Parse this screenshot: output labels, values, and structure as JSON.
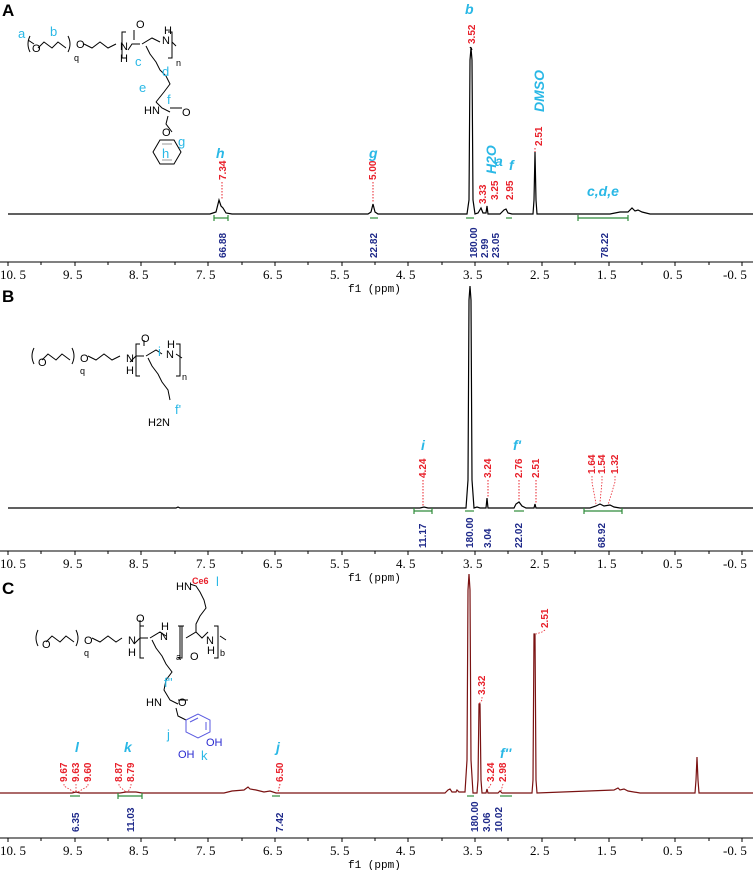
{
  "figure": {
    "panels": [
      {
        "letter": "A",
        "structure_labels": [
          "a",
          "b",
          "c",
          "d",
          "e",
          "f",
          "g",
          "h"
        ],
        "structure_atoms": {
          "o1": "O",
          "o2": "O",
          "nh_amide_n": "N",
          "nh_amide_h": "H",
          "carbonyl_o": "O",
          "nh_h": "H",
          "nh_n": "N",
          "q": "q",
          "n": "n",
          "hn": "HN",
          "carb_o": "O",
          "ester_o": "O"
        },
        "axis": {
          "ticks": [
            "10. 5",
            "9. 5",
            "8. 5",
            "7. 5",
            "6. 5",
            "5. 5",
            "4. 5",
            "3. 5",
            "2. 5",
            "1. 5",
            "0. 5",
            "-0. 5"
          ],
          "title": "f1 (ppm)"
        },
        "assignments": [
          {
            "text": "h",
            "ppm": 7.34
          },
          {
            "text": "g",
            "ppm": 5.0
          },
          {
            "text": "b",
            "ppm": 3.52
          },
          {
            "text": "H2O",
            "ppm": 3.33
          },
          {
            "text": "a",
            "ppm": 3.25
          },
          {
            "text": "f",
            "ppm": 2.95
          },
          {
            "text": "DMSO",
            "ppm": 2.51
          },
          {
            "text": "c,d,e",
            "ppm": 1.45
          }
        ],
        "shifts": [
          "7.34",
          "5.00",
          "3.52",
          "3.33",
          "3.25",
          "2.95",
          "2.51"
        ],
        "integrals": [
          "66.88",
          "22.82",
          "180.00",
          "2.99",
          "23.05",
          "78.22"
        ]
      },
      {
        "letter": "B",
        "structure_labels": [
          "i",
          "f'"
        ],
        "structure_atoms": {
          "o1": "O",
          "o2": "O",
          "nh_amide_n": "N",
          "nh_amide_h": "H",
          "carbonyl_o": "O",
          "nh_h": "H",
          "nh_n": "N",
          "q": "q",
          "n": "n",
          "h2n": "H2N"
        },
        "axis": {
          "ticks": [
            "10. 5",
            "9. 5",
            "8. 5",
            "7. 5",
            "6. 5",
            "5. 5",
            "4. 5",
            "3. 5",
            "2. 5",
            "1. 5",
            "0. 5",
            "-0. 5"
          ],
          "title": "f1 (ppm)"
        },
        "assignments": [
          {
            "text": "i",
            "ppm": 4.24
          },
          {
            "text": "f'",
            "ppm": 2.76
          }
        ],
        "shifts": [
          "4.24",
          "3.24",
          "2.76",
          "2.51",
          "1.64",
          "1.54",
          "1.32"
        ],
        "integrals": [
          "11.17",
          "180.00",
          "3.04",
          "22.02",
          "68.92"
        ]
      },
      {
        "letter": "C",
        "structure_labels": [
          "l",
          "f''",
          "j",
          "k"
        ],
        "structure_atoms": {
          "o1": "O",
          "o2": "O",
          "nh_amide_n": "N",
          "nh_amide_h": "H",
          "carbonyl_o": "O",
          "nh_h": "H",
          "nh_n": "N",
          "q": "q",
          "a": "a",
          "b": "b",
          "carbonyl_o2": "O",
          "nh2_n": "N",
          "nh2_h": "H",
          "hn_ce6": "HN",
          "ce6": "Ce6",
          "hn2": "HN",
          "amide_o": "O",
          "oh1": "OH",
          "oh2": "OH"
        },
        "axis": {
          "ticks": [
            "10. 5",
            "9. 5",
            "8. 5",
            "7. 5",
            "6. 5",
            "5. 5",
            "4. 5",
            "3. 5",
            "2. 5",
            "1. 5",
            "0. 5",
            "-0. 5"
          ],
          "title": "f1 (ppm)"
        },
        "assignments": [
          {
            "text": "l",
            "ppm": 9.63
          },
          {
            "text": "k",
            "ppm": 8.83
          },
          {
            "text": "j",
            "ppm": 6.5
          },
          {
            "text": "f''",
            "ppm": 2.98
          }
        ],
        "shifts": [
          "9.67",
          "9.63",
          "9.60",
          "8.87",
          "8.79",
          "6.50",
          "3.32",
          "3.24",
          "2.98",
          "2.51"
        ],
        "integrals": [
          "6.35",
          "11.03",
          "7.42",
          "180.00",
          "3.06",
          "10.02"
        ]
      }
    ]
  },
  "chart_data": [
    {
      "type": "line",
      "title": "A",
      "xlabel": "f1 (ppm)",
      "ylabel": "",
      "xlim": [
        10.5,
        -0.5
      ],
      "x_ticks": [
        10.5,
        9.5,
        8.5,
        7.5,
        6.5,
        5.5,
        4.5,
        3.5,
        2.5,
        1.5,
        0.5,
        -0.5
      ],
      "trace_color": "#000000",
      "peaks": [
        {
          "ppm": 7.34,
          "label": "7.34",
          "assignment": "h",
          "rel_height": 0.08
        },
        {
          "ppm": 5.0,
          "label": "5.00",
          "assignment": "g",
          "rel_height": 0.05
        },
        {
          "ppm": 3.52,
          "label": "3.52",
          "assignment": "b",
          "rel_height": 1.0
        },
        {
          "ppm": 3.33,
          "label": "3.33",
          "assignment": "H2O",
          "rel_height": 0.05
        },
        {
          "ppm": 3.25,
          "label": "3.25",
          "assignment": "a",
          "rel_height": 0.06
        },
        {
          "ppm": 2.95,
          "label": "2.95",
          "assignment": "f",
          "rel_height": 0.04
        },
        {
          "ppm": 2.51,
          "label": "2.51",
          "assignment": "DMSO",
          "rel_height": 0.46
        },
        {
          "ppm": 1.4,
          "label": "",
          "assignment": "c,d,e",
          "rel_height": 0.03
        }
      ],
      "integrals": [
        {
          "ppm": 7.34,
          "value": 66.88
        },
        {
          "ppm": 5.0,
          "value": 22.82
        },
        {
          "ppm": 3.52,
          "value": 180.0
        },
        {
          "ppm": 3.25,
          "value": 2.99
        },
        {
          "ppm": 2.95,
          "value": 23.05
        },
        {
          "ppm": 1.45,
          "value": 78.22
        }
      ]
    },
    {
      "type": "line",
      "title": "B",
      "xlabel": "f1 (ppm)",
      "ylabel": "",
      "xlim": [
        10.5,
        -0.5
      ],
      "x_ticks": [
        10.5,
        9.5,
        8.5,
        7.5,
        6.5,
        5.5,
        4.5,
        3.5,
        2.5,
        1.5,
        0.5,
        -0.5
      ],
      "trace_color": "#000000",
      "peaks": [
        {
          "ppm": 4.24,
          "label": "4.24",
          "assignment": "i",
          "rel_height": 0.01
        },
        {
          "ppm": 3.52,
          "label": "",
          "assignment": "",
          "rel_height": 1.0
        },
        {
          "ppm": 3.24,
          "label": "3.24",
          "assignment": "",
          "rel_height": 0.04
        },
        {
          "ppm": 2.76,
          "label": "2.76",
          "assignment": "f'",
          "rel_height": 0.03
        },
        {
          "ppm": 2.51,
          "label": "2.51",
          "assignment": "",
          "rel_height": 0.01
        },
        {
          "ppm": 1.64,
          "label": "1.64",
          "assignment": "",
          "rel_height": 0.01
        },
        {
          "ppm": 1.54,
          "label": "1.54",
          "assignment": "",
          "rel_height": 0.02
        },
        {
          "ppm": 1.32,
          "label": "1.32",
          "assignment": "",
          "rel_height": 0.01
        }
      ],
      "integrals": [
        {
          "ppm": 4.24,
          "value": 11.17
        },
        {
          "ppm": 3.52,
          "value": 180.0
        },
        {
          "ppm": 3.24,
          "value": 3.04
        },
        {
          "ppm": 2.76,
          "value": 22.02
        },
        {
          "ppm": 1.5,
          "value": 68.92
        }
      ]
    },
    {
      "type": "line",
      "title": "C",
      "xlabel": "f1 (ppm)",
      "ylabel": "",
      "xlim": [
        10.5,
        -0.5
      ],
      "x_ticks": [
        10.5,
        9.5,
        8.5,
        7.5,
        6.5,
        5.5,
        4.5,
        3.5,
        2.5,
        1.5,
        0.5,
        -0.5
      ],
      "trace_color": "#7a1212",
      "peaks": [
        {
          "ppm": 9.67,
          "label": "9.67",
          "assignment": "l",
          "rel_height": 0.005
        },
        {
          "ppm": 9.63,
          "label": "9.63",
          "assignment": "l",
          "rel_height": 0.005
        },
        {
          "ppm": 9.6,
          "label": "9.60",
          "assignment": "l",
          "rel_height": 0.005
        },
        {
          "ppm": 8.87,
          "label": "8.87",
          "assignment": "k",
          "rel_height": 0.005
        },
        {
          "ppm": 8.79,
          "label": "8.79",
          "assignment": "k",
          "rel_height": 0.005
        },
        {
          "ppm": 6.5,
          "label": "6.50",
          "assignment": "j",
          "rel_height": 0.005
        },
        {
          "ppm": 3.52,
          "label": "",
          "assignment": "",
          "rel_height": 1.0
        },
        {
          "ppm": 3.32,
          "label": "3.32",
          "assignment": "",
          "rel_height": 0.4
        },
        {
          "ppm": 3.24,
          "label": "3.24",
          "assignment": "",
          "rel_height": 0.02
        },
        {
          "ppm": 2.98,
          "label": "2.98",
          "assignment": "f''",
          "rel_height": 0.01
        },
        {
          "ppm": 2.51,
          "label": "2.51",
          "assignment": "",
          "rel_height": 0.78
        },
        {
          "ppm": 0.0,
          "label": "",
          "assignment": "",
          "rel_height": 0.27
        }
      ],
      "integrals": [
        {
          "ppm": 9.63,
          "value": 6.35
        },
        {
          "ppm": 8.83,
          "value": 11.03
        },
        {
          "ppm": 6.5,
          "value": 7.42
        },
        {
          "ppm": 3.52,
          "value": 180.0
        },
        {
          "ppm": 3.24,
          "value": 3.06
        },
        {
          "ppm": 2.98,
          "value": 10.02
        }
      ]
    }
  ]
}
